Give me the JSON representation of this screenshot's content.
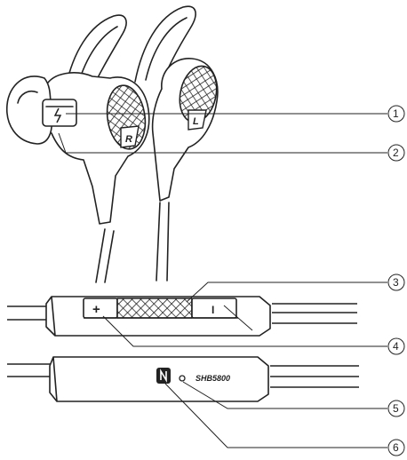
{
  "figure": {
    "colors": {
      "line": "#222222",
      "fill": "#ffffff"
    },
    "earbuds": {
      "right_label": "R",
      "left_label": "L",
      "charge_symbol": "charge-icon"
    },
    "remote": {
      "plus_label": "+",
      "minus_label": "I"
    },
    "nfc_unit": {
      "nfc_symbol": "nfc-icon",
      "model_label": "SHB5800"
    },
    "callouts": [
      {
        "number": "1"
      },
      {
        "number": "2"
      },
      {
        "number": "3"
      },
      {
        "number": "4"
      },
      {
        "number": "5"
      },
      {
        "number": "6"
      }
    ]
  }
}
